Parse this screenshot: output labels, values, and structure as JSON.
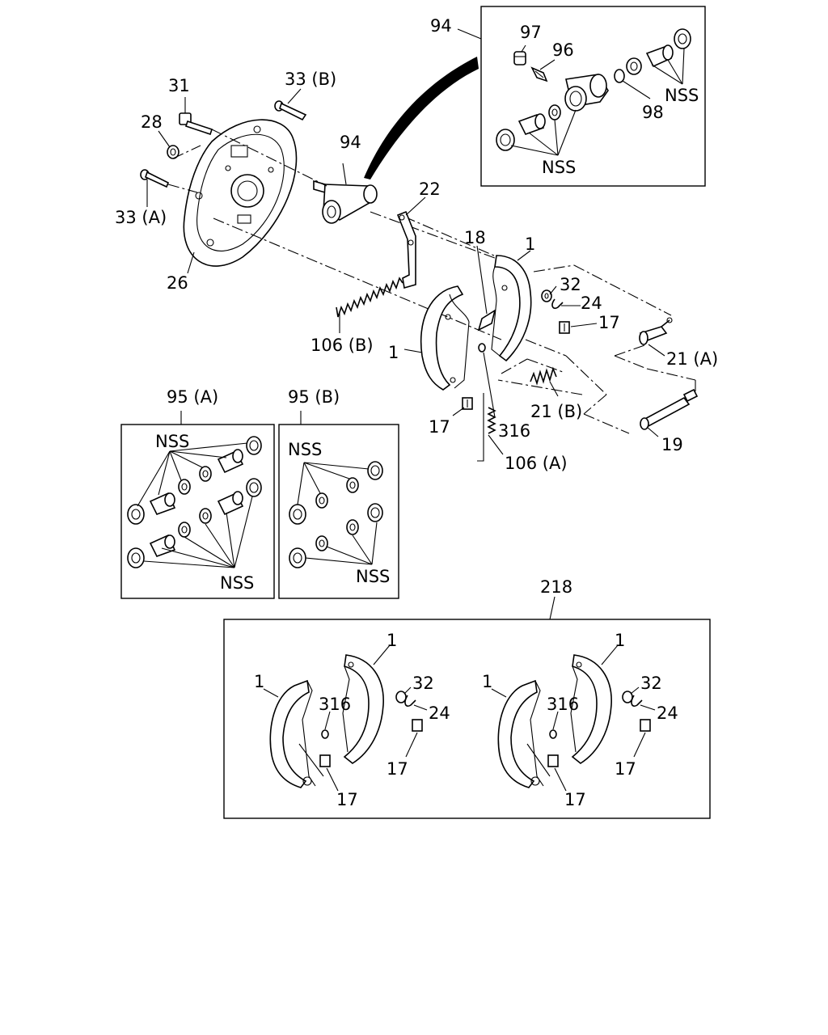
{
  "labels": {
    "l94_top": "94",
    "l97": "97",
    "l96": "96",
    "l98": "98",
    "nss_box_right": "NSS",
    "nss_box_bottom": "NSS",
    "l94_cyl": "94",
    "l31": "31",
    "l33b": "33 (B)",
    "l28": "28",
    "l33a": "33 (A)",
    "l26": "26",
    "l22": "22",
    "l18": "18",
    "l1_top": "1",
    "l32": "32",
    "l24": "24",
    "l17_a": "17",
    "l21a": "21 (A)",
    "l106b": "106 (B)",
    "l1_left": "1",
    "l21b": "21 (B)",
    "l17_b": "17",
    "l316": "316",
    "l106a": "106 (A)",
    "l19": "19",
    "l95a": "95 (A)",
    "l95b": "95 (B)",
    "nss95a_top": "NSS",
    "nss95a_bottom": "NSS",
    "nss95b_top": "NSS",
    "nss95b_bottom": "NSS",
    "l218": "218",
    "k1_left_a": "1",
    "k1_top_a": "1",
    "k32_a": "32",
    "k316_a": "316",
    "k24_a": "24",
    "k17_mid_a": "17",
    "k17_bot_a": "17",
    "k1_left_b": "1",
    "k1_top_b": "1",
    "k32_b": "32",
    "k316_b": "316",
    "k24_b": "24",
    "k17_mid_b": "17",
    "k17_bot_b": "17"
  }
}
